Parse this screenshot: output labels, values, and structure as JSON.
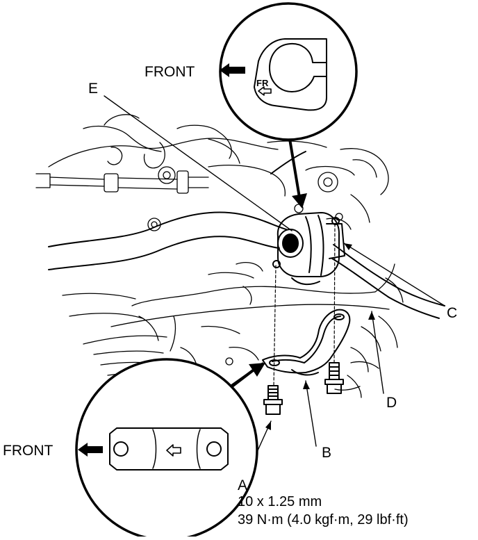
{
  "callouts": {
    "top_front": "FRONT",
    "bottom_front": "FRONT",
    "fr_mark": "FR"
  },
  "labels": {
    "a": "A",
    "b": "B",
    "c": "C",
    "d": "D",
    "e": "E"
  },
  "spec": {
    "line1": "10 x 1.25 mm",
    "line2": "39 N·m (4.0 kgf·m, 29 lbf·ft)"
  }
}
